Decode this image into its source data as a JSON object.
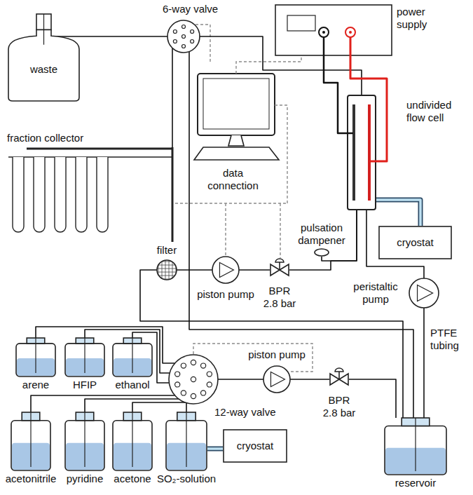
{
  "diagram": {
    "nodes": [
      {
        "text": [
          "6-way valve"
        ]
      },
      {
        "text": [
          "power supply"
        ]
      },
      {
        "text": [
          "waste"
        ]
      },
      {
        "text": [
          "undivided flow cell"
        ]
      },
      {
        "text": [
          "fraction collector"
        ]
      },
      {
        "text": [
          "pulsation dampener"
        ]
      },
      {
        "text": [
          "cryostat"
        ]
      },
      {
        "text": [
          "filter"
        ]
      },
      {
        "text": [
          "piston pump"
        ]
      },
      {
        "text": [
          "BPR",
          "2.8 bar"
        ]
      },
      {
        "text": [
          "peristaltic pump"
        ]
      },
      {
        "text": [
          "arene"
        ]
      },
      {
        "text": [
          "HFIP"
        ]
      },
      {
        "text": [
          "ethanol"
        ]
      },
      {
        "text": [
          "12-way valve"
        ]
      },
      {
        "text": [
          "piston pump"
        ]
      },
      {
        "text": [
          "BPR",
          "2.8 bar"
        ]
      },
      {
        "text": [
          "acetonitrile"
        ]
      },
      {
        "text": [
          "pyridine"
        ]
      },
      {
        "text": [
          "acetone"
        ]
      },
      {
        "text": [
          "SO₂-solution"
        ]
      },
      {
        "text": [
          "cryostat"
        ]
      },
      {
        "text": [
          "reservoir"
        ]
      }
    ],
    "edges": [
      {
        "from": 0,
        "to": 2,
        "arrow": "none"
      },
      {
        "from": 0,
        "to": 4,
        "arrow": "none"
      },
      {
        "from": 0,
        "to": 3,
        "arrow": "none"
      },
      {
        "from": 0,
        "to": 22,
        "arrow": "none"
      },
      {
        "from": 1,
        "to": 3,
        "arrow": "none"
      },
      {
        "from": 1,
        "to": 3,
        "arrow": "none"
      },
      {
        "from": 3,
        "to": 6,
        "arrow": "none"
      },
      {
        "from": 9,
        "to": 3,
        "arrow": "none"
      },
      {
        "from": 5,
        "to": 3,
        "arrow": "none"
      },
      {
        "from": 10,
        "to": 3,
        "arrow": "none"
      },
      {
        "from": 22,
        "to": 10,
        "arrow": "none"
      },
      {
        "from": 22,
        "to": 7,
        "arrow": "none"
      },
      {
        "from": 7,
        "to": 8,
        "arrow": "none"
      },
      {
        "from": 8,
        "to": 9,
        "arrow": "none"
      },
      {
        "from": 11,
        "to": 14,
        "arrow": "none"
      },
      {
        "from": 12,
        "to": 14,
        "arrow": "none"
      },
      {
        "from": 13,
        "to": 14,
        "arrow": "none"
      },
      {
        "from": 17,
        "to": 14,
        "arrow": "none"
      },
      {
        "from": 18,
        "to": 14,
        "arrow": "none"
      },
      {
        "from": 19,
        "to": 14,
        "arrow": "none"
      },
      {
        "from": 20,
        "to": 14,
        "arrow": "none"
      },
      {
        "from": 14,
        "to": 15,
        "arrow": "none"
      },
      {
        "from": 15,
        "to": 16,
        "arrow": "none"
      },
      {
        "from": 16,
        "to": 22,
        "arrow": "none"
      },
      {
        "from": 20,
        "to": 21,
        "arrow": "none"
      }
    ],
    "labels": [
      "data connection",
      "PTFE tubing"
    ]
  }
}
